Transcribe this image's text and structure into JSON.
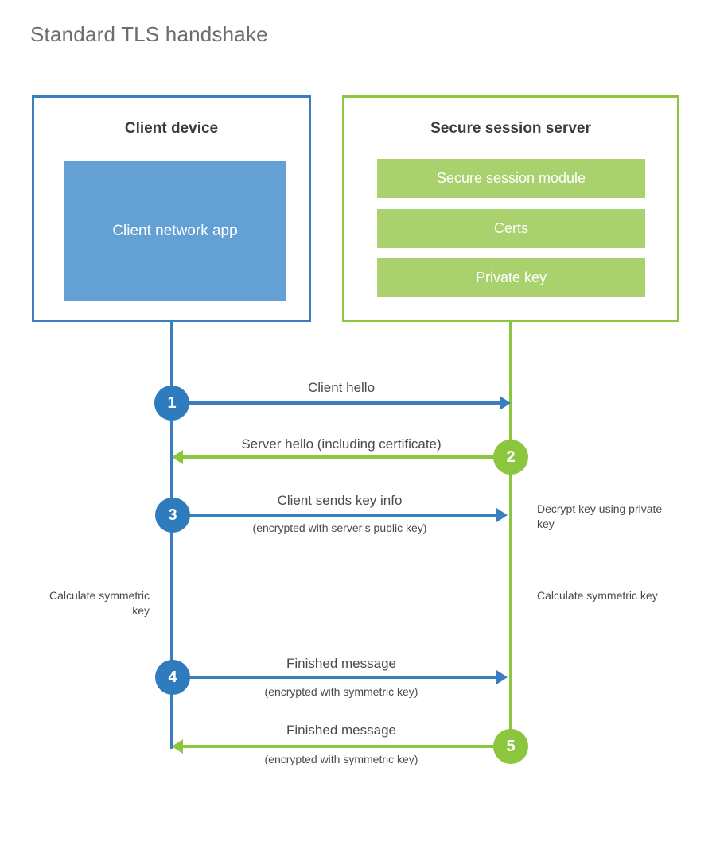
{
  "title": "Standard TLS handshake",
  "colors": {
    "client_border": "#3a7ebf",
    "client_fill": "#63a0d4",
    "server_border": "#8cc63e",
    "server_fill": "#a9d26e",
    "step_blue": "#2e7cbd",
    "step_green": "#8cc63e",
    "title_text": "#6d6d6d",
    "body_text": "#4a4a4a",
    "heading_text": "#3c3c3c",
    "background": "#ffffff"
  },
  "diagram": {
    "type": "sequence",
    "participants": [
      {
        "id": "client",
        "title": "Client device",
        "blocks": [
          "Client network app"
        ]
      },
      {
        "id": "server",
        "title": "Secure session server",
        "blocks": [
          "Secure session module",
          "Certs",
          "Private key"
        ]
      }
    ],
    "steps": [
      {
        "number": "1",
        "from": "client",
        "to": "server",
        "direction": "right",
        "color": "blue",
        "label": "Client hello",
        "sublabel": ""
      },
      {
        "number": "2",
        "from": "server",
        "to": "client",
        "direction": "left",
        "color": "green",
        "label": "Server hello (including certificate)",
        "sublabel": ""
      },
      {
        "number": "3",
        "from": "client",
        "to": "server",
        "direction": "right",
        "color": "blue",
        "label": "Client sends key info",
        "sublabel": "(encrypted with server’s public key)"
      },
      {
        "number": "4",
        "from": "client",
        "to": "server",
        "direction": "right",
        "color": "blue",
        "label": "Finished message",
        "sublabel": "(encrypted with symmetric key)"
      },
      {
        "number": "5",
        "from": "server",
        "to": "client",
        "direction": "left",
        "color": "green",
        "label": "Finished message",
        "sublabel": "(encrypted with symmetric key)"
      }
    ],
    "notes": [
      {
        "id": "decrypt-key",
        "side": "server",
        "text": "Decrypt key using private key"
      },
      {
        "id": "client-calculate-symmetric-key",
        "side": "client",
        "text": "Calculate symmetric key"
      },
      {
        "id": "server-calculate-symmetric-key",
        "side": "server",
        "text": "Calculate symmetric key"
      }
    ]
  }
}
